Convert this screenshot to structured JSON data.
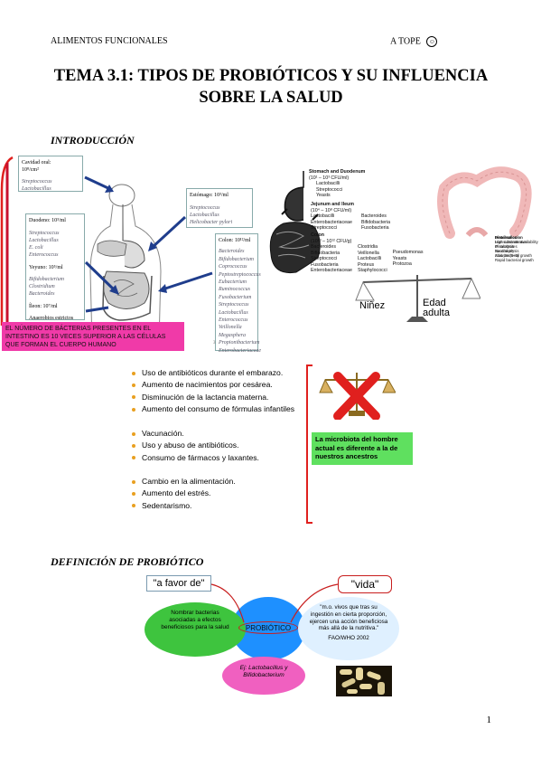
{
  "header": {
    "left": "ALIMENTOS FUNCIONALES",
    "right": "A TOPE"
  },
  "title": {
    "line1": "TEMA 3.1: TIPOS DE PROBIÓTICOS Y SU INFLUENCIA",
    "line2": "SOBRE LA SALUD"
  },
  "intro": {
    "heading": "INTRODUCCIÓN",
    "fig1": {
      "oral": {
        "title": "Cavidad oral:",
        "count": "10⁸/cm²",
        "bacteria": [
          "Streptococcus",
          "Lactobacillus"
        ]
      },
      "stomach": {
        "title": "Estómago: 10³/ml",
        "bacteria": [
          "Streptococcus",
          "Lactobacillus",
          "Helicobacter pylori"
        ]
      },
      "duodenum": {
        "title": "Duodeno: 10³/ml",
        "bacteria": [
          "Streptococcus",
          "Lactobacillus",
          "E. coli",
          "Enterococcus"
        ]
      },
      "jejunum": {
        "title": "Yeyuno: 10⁵/ml",
        "bacteria": [
          "Bifidobacterium",
          "Clostridium",
          "Bacteroides"
        ]
      },
      "ileum": {
        "title": "Íleon: 10⁷/ml",
        "note": "Anaerobios estrictos"
      },
      "colon": {
        "title": "Colon: 10¹²/ml",
        "bacteria": [
          "Bacteroides",
          "Bifidobacterium",
          "Coprococcus",
          "Peptostreptococcus",
          "Eubacterium",
          "Ruminococcus",
          "Fusobacterium",
          "Streptococcus",
          "Lactobacillus",
          "Enterococcus",
          "Veillonella",
          "Megasphera",
          "Propionibacterium",
          "Enterobacteriaceae"
        ]
      },
      "pink_note": "El número de bácterias presentes en el intestino es 10 veces superior a las células que forman el cuerpo humano",
      "page_mark": "3"
    },
    "fig2": {
      "stomach": {
        "title": "Stomach and Duodenum",
        "count": "(10¹ – 10³ CFU/ml)",
        "bacteria": [
          "Lactobacilli",
          "Streptococci",
          "Yeasts"
        ]
      },
      "jejunum": {
        "title": "Jejunum and Ileum",
        "count": "(10⁴ – 10⁸ CFU/ml)",
        "col1": [
          "Lactobacilli",
          "Enterobacteriaceae",
          "Streptococci"
        ],
        "col2": [
          "Bacteroides",
          "Bifidobacteria",
          "Fusobacteria"
        ]
      },
      "colon": {
        "title": "Colon",
        "count": "(10¹⁰ – 10¹² CFU/g)",
        "col1": [
          "Bacteroides",
          "Bifidobacteria",
          "Streptococci",
          "Fusobacteria",
          "Enterobacteriaceae"
        ],
        "col2": [
          "Clostridia",
          "Veillonella",
          "Lactobacilli",
          "Proteus",
          "Staphylococci"
        ],
        "col3": [
          "Pseudomonas",
          "Yeasts",
          "Protozoa"
        ]
      }
    },
    "fig3": {
      "proximal": {
        "title": "Proximal colon",
        "lines": [
          "High concentration",
          "of substrates",
          "Saccharolysis",
          "Acid pH (5–6)",
          "Rapid bacterial growth"
        ]
      },
      "distal": {
        "title": "Distal colon",
        "lines": [
          "Low substrate availability",
          "Proteolysis",
          "Neutral pH",
          "Slow bacterial growth"
        ]
      },
      "balance_left": "Niñez",
      "balance_right": "Edad adulta"
    }
  },
  "factors": {
    "groups": [
      [
        "Uso de antibióticos durante el embarazo.",
        "Aumento de nacimientos por cesárea.",
        "Disminución de la lactancia materna.",
        "Aumento del consumo de fórmulas infantiles"
      ],
      [
        "Vacunación.",
        "Uso y abuso de antibióticos.",
        "Consumo de fármacos y laxantes."
      ],
      [
        "Cambio en la alimentación.",
        "Aumento del estrés.",
        "Sedentarismo."
      ]
    ],
    "green_note": "La microbiota del hombre actual es diferente a la de nuestros ancestros"
  },
  "definition": {
    "heading": "DEFINICIÓN DE PROBIÓTICO",
    "favor": "\"a favor de\"",
    "vida": "\"vida\"",
    "green_bubble": "Nombrar bacterias asociadas a efectos beneficiosos para la salud",
    "center": "PROBIÓTICO",
    "right_bubble": "\"m.o. vivos que tras su ingestión en cierta proporción, ejercen una acción beneficiosa más allá de la nutritiva.\"",
    "right_source": "FAO/WHO 2002",
    "pink_bubble": "Ej: Lactobacillus y Bifidobacterium"
  },
  "page_number": "1",
  "colors": {
    "pink": "#f03aa8",
    "green": "#5fe05f",
    "blue": "#1e90ff",
    "red": "#e0201e",
    "bullet": "#e8a020"
  }
}
